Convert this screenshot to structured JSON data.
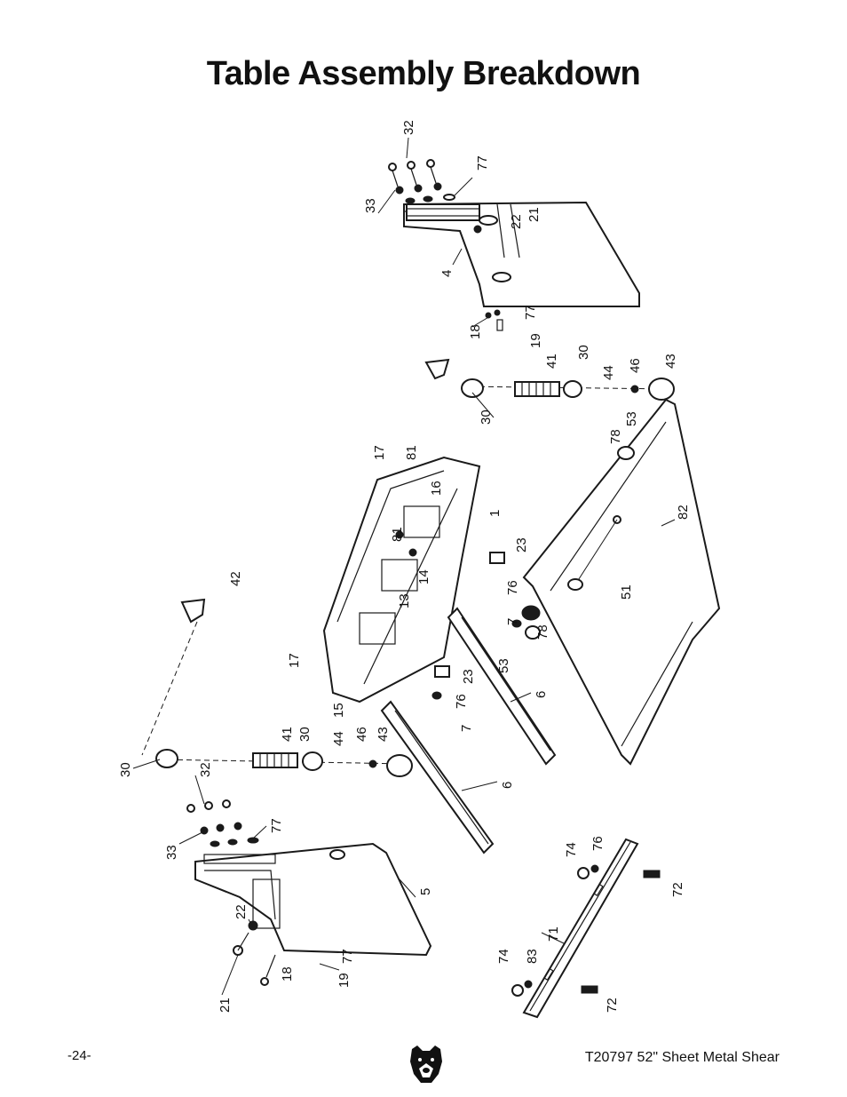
{
  "page": {
    "title": "Table Assembly Breakdown",
    "page_number": "-24-",
    "model": "T20797 52\" Sheet Metal Shear"
  },
  "diagram": {
    "labels": [
      "32",
      "77",
      "33",
      "21",
      "22",
      "4",
      "77",
      "18",
      "19",
      "41",
      "30",
      "44",
      "46",
      "43",
      "30",
      "53",
      "78",
      "17",
      "81",
      "16",
      "1",
      "23",
      "81",
      "82",
      "42",
      "13",
      "14",
      "76",
      "7",
      "51",
      "78",
      "53",
      "17",
      "15",
      "23",
      "76",
      "7",
      "6",
      "41",
      "30",
      "44",
      "46",
      "43",
      "6",
      "30",
      "32",
      "33",
      "77",
      "5",
      "74",
      "76",
      "72",
      "71",
      "22",
      "21",
      "18",
      "77",
      "19",
      "74",
      "83",
      "72"
    ],
    "logo_icon": "grizzly-bear-icon"
  }
}
